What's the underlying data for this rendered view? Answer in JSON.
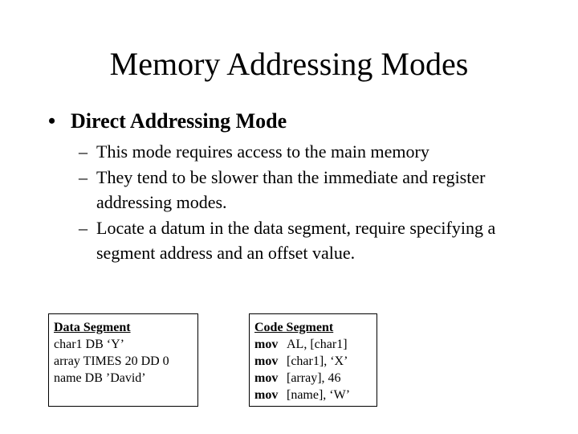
{
  "slide": {
    "title": "Memory Addressing Modes",
    "bullet": "Direct Addressing Mode",
    "bullet_marker": "•",
    "sub_marker": "–",
    "subs": [
      "This mode requires access to the main memory",
      "They tend to be slower than the immediate and register addressing modes.",
      "Locate a datum in the data segment, require specifying a segment address and an offset value."
    ]
  },
  "data_segment": {
    "heading": "Data Segment",
    "lines": [
      "char1  DB  ‘Y’",
      "array  TIMES 20 DD 0",
      "name  DB ’David’"
    ]
  },
  "code_segment": {
    "heading": "Code Segment",
    "lines": [
      {
        "op": "mov",
        "args": "AL,  [char1]"
      },
      {
        "op": "mov",
        "args": "[char1], ‘X’"
      },
      {
        "op": "mov",
        "args": "[array], 46"
      },
      {
        "op": "mov",
        "args": "[name], ‘W’"
      }
    ]
  }
}
